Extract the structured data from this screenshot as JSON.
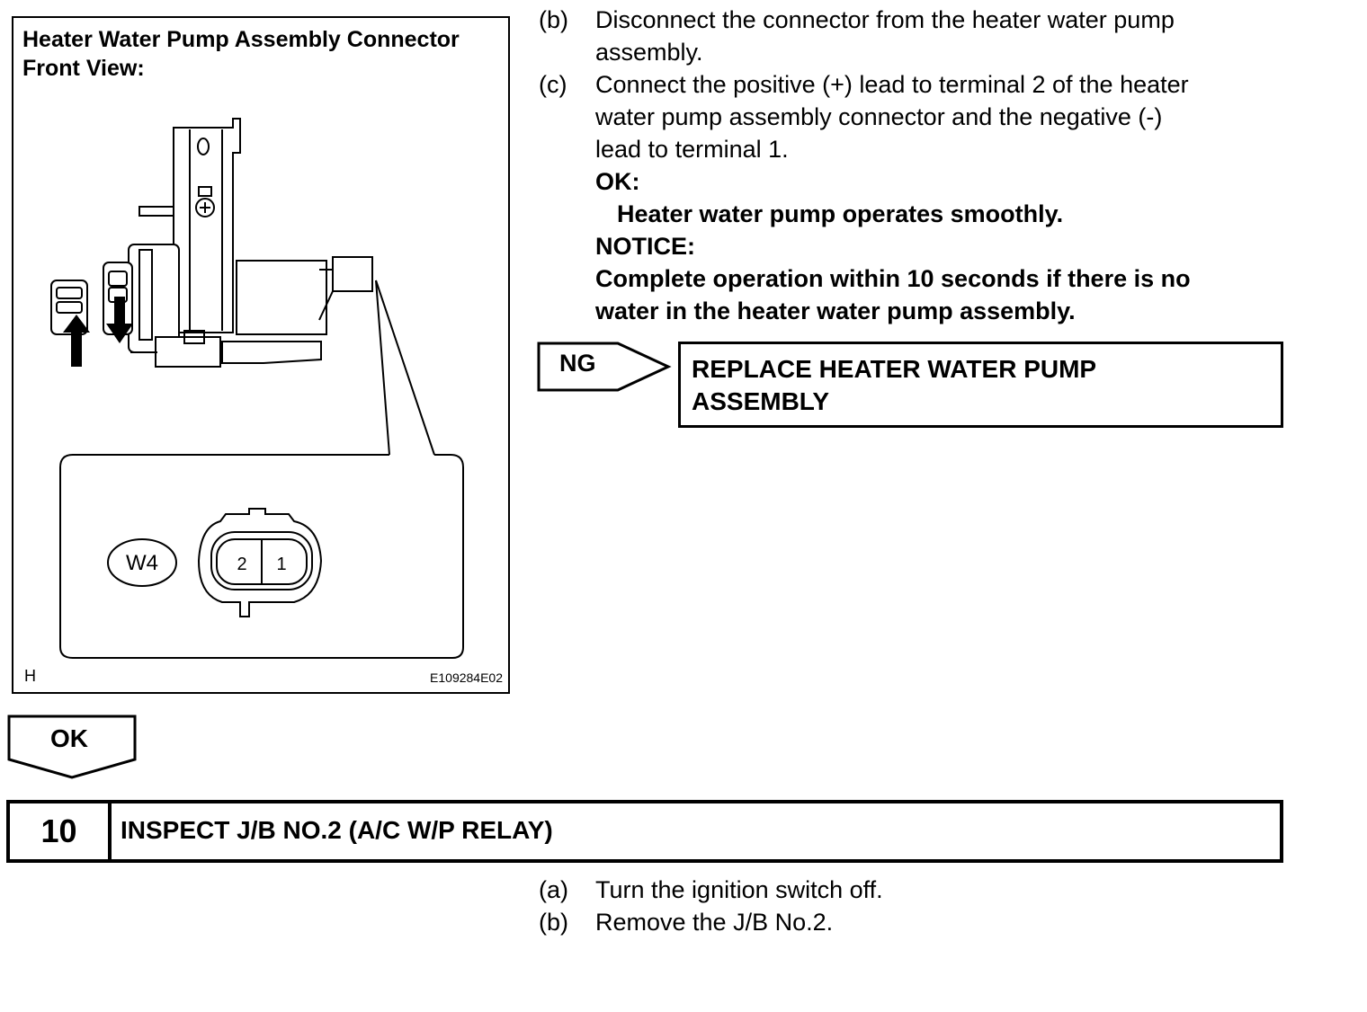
{
  "figure": {
    "title_line1": "Heater Water Pump Assembly Connector",
    "title_line2": "Front View:",
    "connector_code": "W4",
    "terminal_left": "2",
    "terminal_right": "1",
    "corner_mark": "H",
    "figure_id": "E109284E02"
  },
  "instructions": {
    "b_letter": "(b)",
    "b_line1": "Disconnect the connector from the heater water pump",
    "b_line2": "assembly.",
    "c_letter": "(c)",
    "c_line1": "Connect the positive (+) lead to terminal 2 of the heater",
    "c_line2": "water pump assembly connector and the negative (-)",
    "c_line3": "lead to terminal 1.",
    "ok_heading": "OK:",
    "ok_text": "Heater water pump operates smoothly.",
    "notice_heading": "NOTICE:",
    "notice_line1": "Complete operation within 10 seconds if there is no",
    "notice_line2": "water in the heater water pump assembly."
  },
  "ng": {
    "label": "NG",
    "result_line1": "REPLACE HEATER WATER PUMP",
    "result_line2": "ASSEMBLY"
  },
  "ok": {
    "label": "OK"
  },
  "step10": {
    "number": "10",
    "title": "INSPECT J/B NO.2 (A/C W/P RELAY)",
    "a_letter": "(a)",
    "a_text": "Turn the ignition switch off.",
    "b_letter": "(b)",
    "b_text": "Remove the J/B No.2."
  }
}
